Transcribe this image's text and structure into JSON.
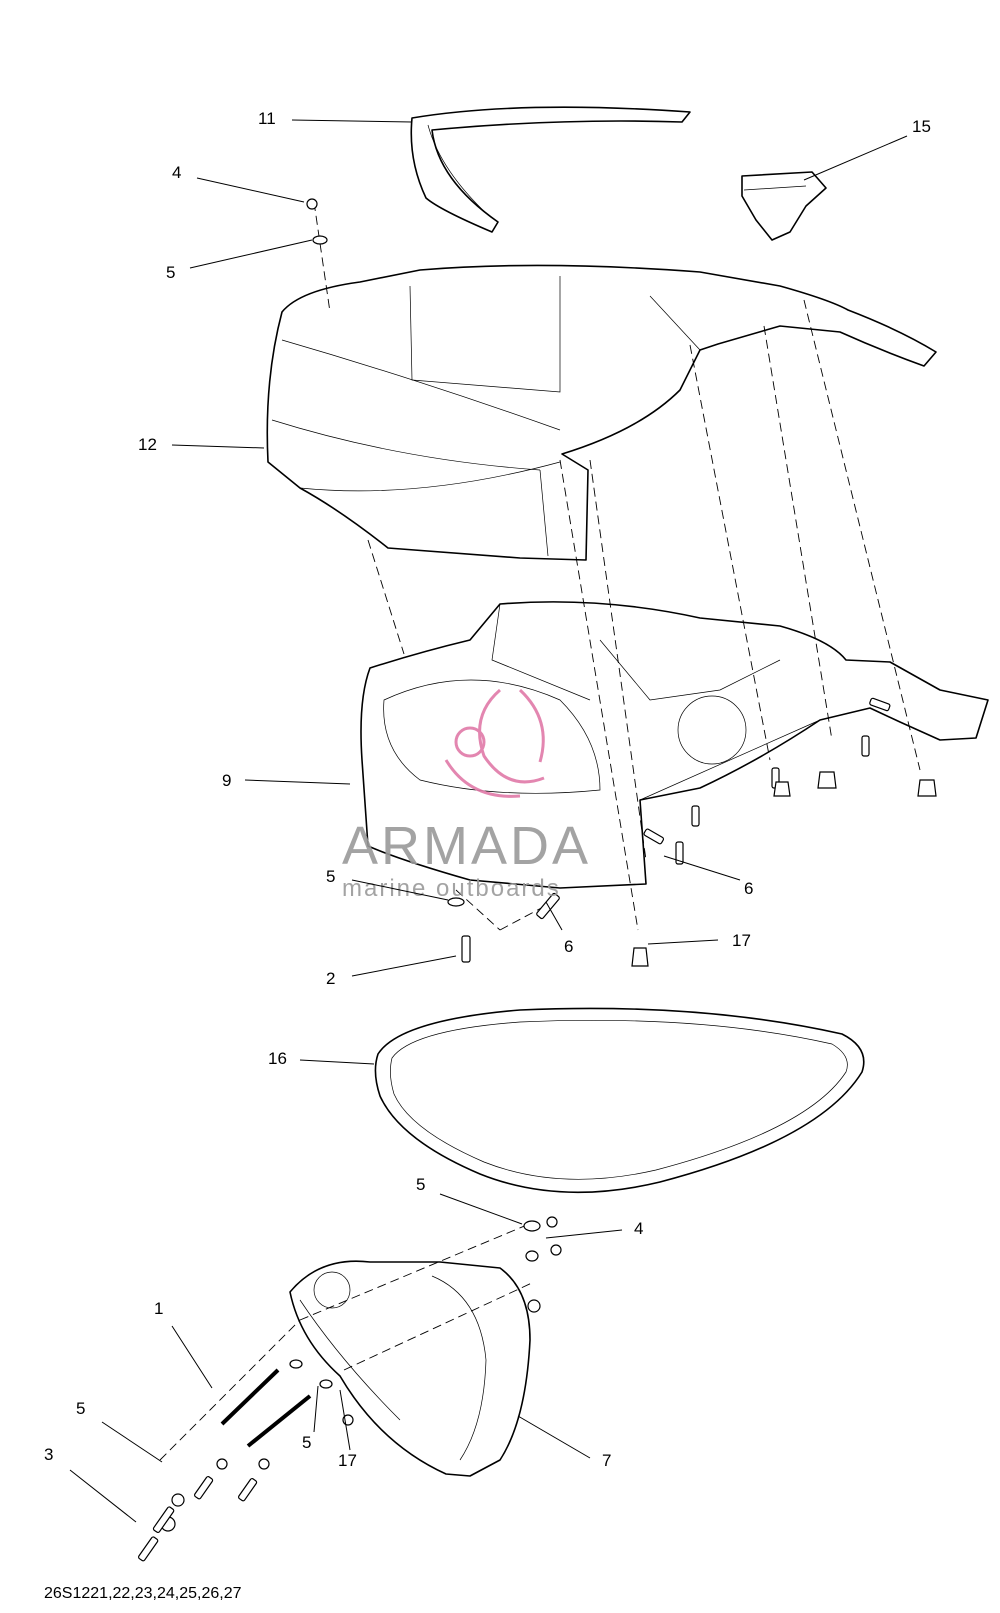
{
  "callouts": [
    {
      "id": "11",
      "label": "11"
    },
    {
      "id": "15",
      "label": "15"
    },
    {
      "id": "4a",
      "label": "4"
    },
    {
      "id": "5a",
      "label": "5"
    },
    {
      "id": "12",
      "label": "12"
    },
    {
      "id": "9",
      "label": "9"
    },
    {
      "id": "5b",
      "label": "5"
    },
    {
      "id": "6a",
      "label": "6"
    },
    {
      "id": "6b",
      "label": "6"
    },
    {
      "id": "17a",
      "label": "17"
    },
    {
      "id": "2",
      "label": "2"
    },
    {
      "id": "16",
      "label": "16"
    },
    {
      "id": "5c",
      "label": "5"
    },
    {
      "id": "4b",
      "label": "4"
    },
    {
      "id": "1",
      "label": "1"
    },
    {
      "id": "5d",
      "label": "5"
    },
    {
      "id": "5e",
      "label": "5"
    },
    {
      "id": "3",
      "label": "3"
    },
    {
      "id": "17b",
      "label": "17"
    },
    {
      "id": "7",
      "label": "7"
    }
  ],
  "watermark": {
    "brand": "ARMADA",
    "tagline": "marine outboards",
    "accent_color": "#e07aa8",
    "text_color": "#9a9a9a"
  },
  "diagram_code": "26S1221,22,23,24,25,26,27"
}
